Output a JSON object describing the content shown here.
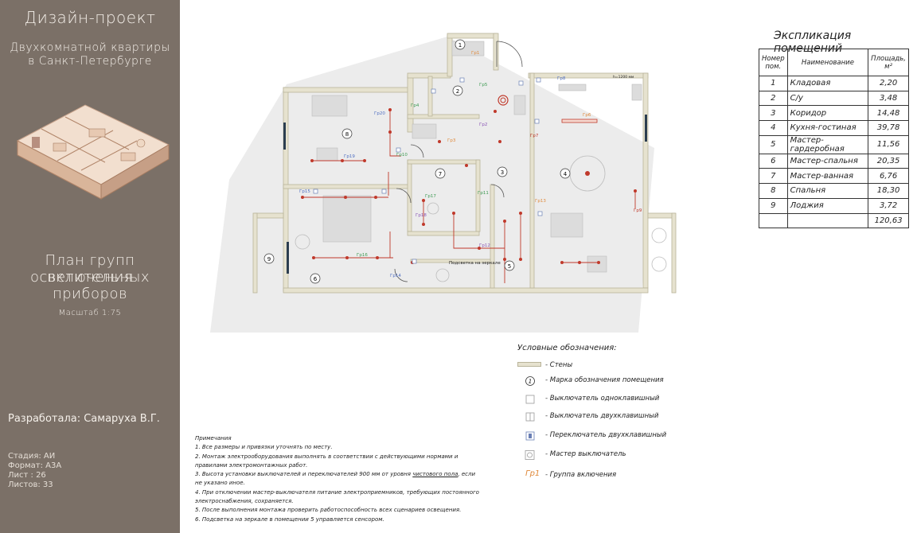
{
  "sidebar": {
    "project": "Дизайн-проект",
    "subtitle_line1": "Двухкомнатной квартиры",
    "subtitle_line2": "в  Санкт-Петербурге",
    "plan_line1": "План групп включения",
    "plan_line2": "осветительных",
    "plan_line3": "приборов",
    "scale": "Масштаб 1:75",
    "author": "Разработала: Самаруха В.Г.",
    "stage": "Стадия: АИ",
    "format": "Формат: А3А",
    "sheet": "Лист : 26",
    "sheets": "Листов: 33"
  },
  "explication": {
    "title": "Экспликация помещений",
    "headers": {
      "num": "Номер пом.",
      "name": "Наименование",
      "area": "Площадь, м²"
    },
    "rows": [
      {
        "num": "1",
        "name": "Кладовая",
        "area": "2,20"
      },
      {
        "num": "2",
        "name": "С/у",
        "area": "3,48"
      },
      {
        "num": "3",
        "name": "Коридор",
        "area": "14,48"
      },
      {
        "num": "4",
        "name": "Кухня-гостиная",
        "area": "39,78"
      },
      {
        "num": "5",
        "name": "Мастер-гардеробная",
        "area": "11,56"
      },
      {
        "num": "6",
        "name": "Мастер-спальня",
        "area": "20,35"
      },
      {
        "num": "7",
        "name": "Мастер-ванная",
        "area": "6,76"
      },
      {
        "num": "8",
        "name": "Спальня",
        "area": "18,30"
      },
      {
        "num": "9",
        "name": "Лоджия",
        "area": "3,72"
      },
      {
        "num": "",
        "name": "",
        "area": "120,63"
      }
    ]
  },
  "legend": {
    "title": "Условные обозначения:",
    "walls": "- Стены",
    "room_mark": "- Марка обозначения помещения",
    "switch_single": "- Выключатель одноклавишный",
    "switch_double": "- Выключатель двухклавишный",
    "switch_pass": "- Переключатель двухклавишный",
    "master_switch": "- Мастер выключатель",
    "group_symbol": "Гр1",
    "group": "- Группа включения",
    "room_mark_symbol": "1"
  },
  "notes": {
    "title": "Примечания",
    "n1": "1. Все размеры и привязки уточнять по месту.",
    "n2a": "2. Монтаж электрооборудования выполнять в соответствии с действующими нормами и",
    "n2b": "правилами электромонтажных работ.",
    "n3a": "3. Высота установки выключателей и переключателей 900 мм от уровня",
    "n3u": "чистового пола",
    "n3c": ", если",
    "n3d": "не указано иное.",
    "n4a": "4. При отключении мастер-выключателя питание электроприемников, требующих постоянного",
    "n4b": "электроснабжения, сохраняется.",
    "n5": "5. После выполнения монтажа проверить работоспособность всех сценариев освещения.",
    "n6": "6. Подсветка на зеркале в помещении 5 управляется сенсором."
  },
  "plan": {
    "room_numbers": [
      "1",
      "2",
      "3",
      "4",
      "5",
      "6",
      "7",
      "8",
      "9"
    ],
    "mirror_note": "Подсветка на зеркале",
    "h_note": "h=1200 мм",
    "groups": [
      "Гр1",
      "Гр2",
      "Гр3",
      "Гр4",
      "Гр5",
      "Гр6",
      "Гр7",
      "Гр8",
      "Гр9",
      "Гр10",
      "Гр11",
      "Гр12",
      "Гр13",
      "Гр14",
      "Гр15",
      "Гр16",
      "Гр17",
      "Гр18",
      "Гр19",
      "Гр20"
    ],
    "colors": {
      "walls": "#e6e2cf",
      "wall_edge": "#b9b49a",
      "wire": "#c0392b",
      "group_orange": "#e08a3c",
      "group_green": "#3d9a52",
      "group_blue": "#4f6fc2",
      "group_purple": "#8a55b5"
    }
  }
}
